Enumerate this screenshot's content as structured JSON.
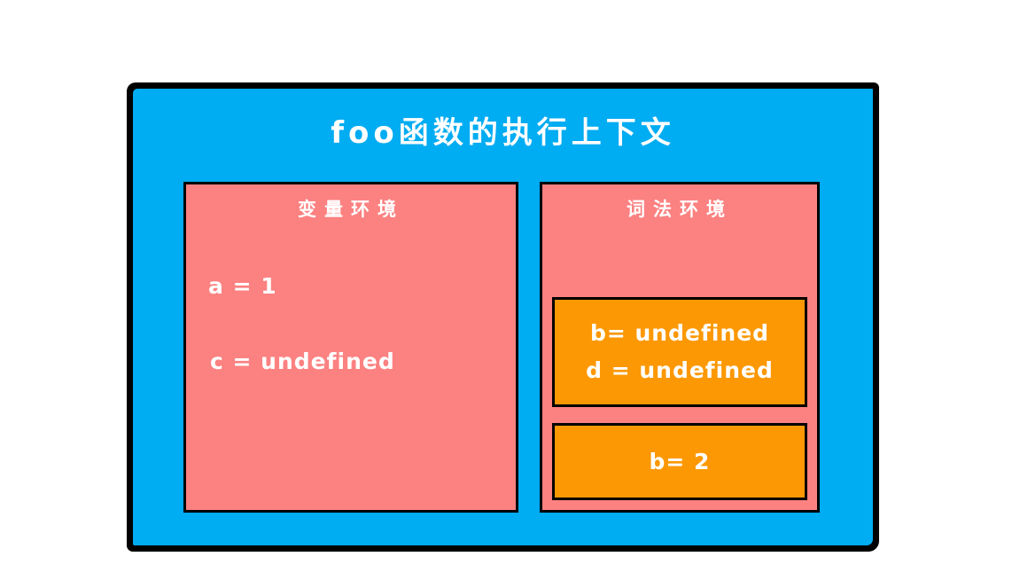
{
  "diagram": {
    "title": "foo函数的执行上下文",
    "variable_env": {
      "label": "变量环境",
      "entries": [
        "a = 1",
        "c = undefined"
      ]
    },
    "lexical_env": {
      "label": "词法环境",
      "blocks": [
        {
          "lines": [
            "b= undefined",
            "d = undefined"
          ]
        },
        {
          "lines": [
            "b= 2"
          ]
        }
      ]
    },
    "colors": {
      "container_blue": "#00ACF2",
      "panel_salmon": "#FC8181",
      "block_orange": "#FC9803",
      "border_black": "#000000",
      "text_white": "#FFFFFF"
    }
  }
}
